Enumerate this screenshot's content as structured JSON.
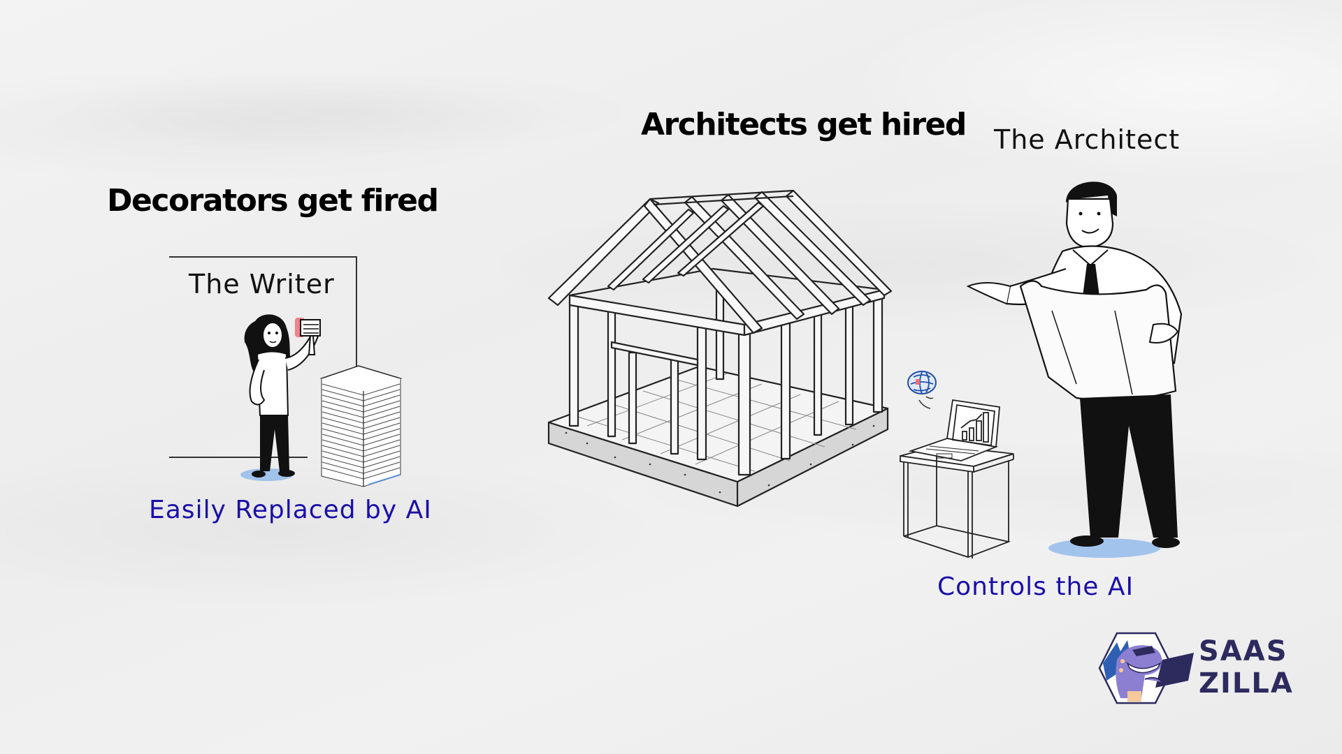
{
  "left_panel": {
    "heading": "Decorators get fired",
    "figure_label": "The Writer",
    "caption": "Easily Replaced by AI"
  },
  "center_panel": {
    "heading": "Architects get hired"
  },
  "right_panel": {
    "figure_label": "The Architect",
    "caption": "Controls the AI"
  },
  "logo": {
    "line1": "SAAS",
    "line2": "ZILLA"
  },
  "colors": {
    "heading": "#000000",
    "caption_blue": "#1a0fa8",
    "logo_text": "#2d2a5e",
    "logo_dino": "#8c7fd1",
    "shadow_blue": "#8fb8ea",
    "brush_red": "#ef6f78"
  },
  "icons": [
    "paint-brush-icon",
    "paper-stack-icon",
    "house-frame-icon",
    "blueprint-icon",
    "laptop-chart-icon",
    "brain-globe-icon",
    "dino-mascot-icon"
  ]
}
